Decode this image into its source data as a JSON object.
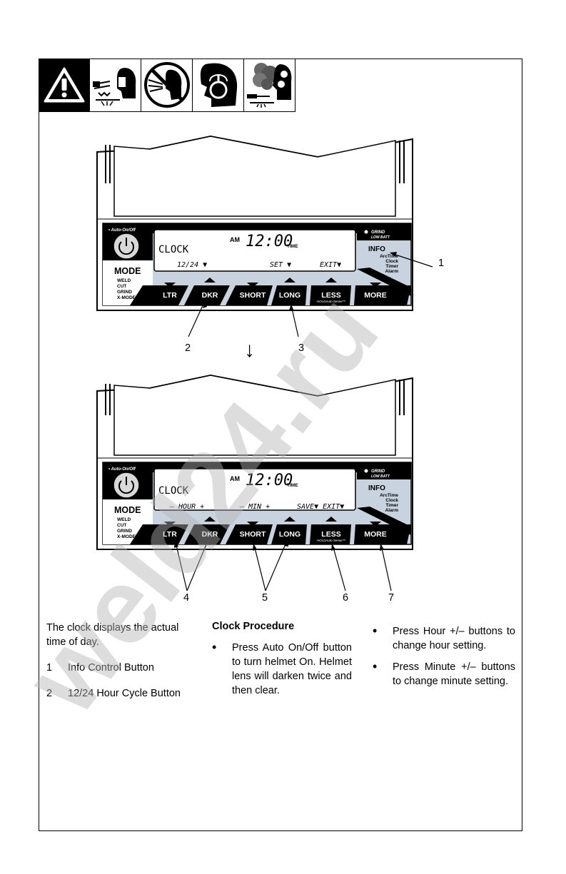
{
  "warning_icons": [
    "warning-triangle-icon",
    "arc-rays-icon",
    "no-looking-icon",
    "hearing-icon",
    "fumes-icon"
  ],
  "panel": {
    "auto_on_off": "• Auto-On/Off",
    "grind_indicator": "GRIND",
    "low_batt": "LOW BATT",
    "mode_title": "MODE",
    "modes": [
      "WELD",
      "CUT",
      "GRIND",
      "X-MODE™"
    ],
    "info_title": "INFO",
    "info_items": [
      "ArcTime",
      "Clock",
      "Timer",
      "Alarm"
    ],
    "buttons": [
      "LTR",
      "DKR",
      "SHORT",
      "LONG",
      "LESS",
      "MORE"
    ],
    "less_sub": "HOLDAuto Sense™",
    "am": "AM",
    "time": "12:00",
    "time_label": "TIME",
    "clock_label": "CLOCK"
  },
  "display1": {
    "row": [
      "12/24 ▼",
      "SET ▼",
      "EXIT▼"
    ]
  },
  "display2": {
    "row": [
      "– HOUR +",
      "– MIN +",
      "SAVE▼ EXIT▼"
    ]
  },
  "callouts": {
    "top": [
      "1",
      "2",
      "3"
    ],
    "bottom": [
      "4",
      "5",
      "6",
      "7"
    ]
  },
  "arrow": "↓",
  "watermark": "weld24.ru",
  "text": {
    "intro": "The clock displays the actual time of day.",
    "items": [
      {
        "num": "1",
        "label": "Info Control Button"
      },
      {
        "num": "2",
        "label": "12/24 Hour Cycle Button"
      }
    ],
    "procedure_title": "Clock Procedure",
    "procedure_bullets": [
      "Press Auto On/Off button to turn helmet On. Helmet lens will darken twice and then clear."
    ],
    "col3_bullets": [
      "Press Hour +/– buttons to change hour setting.",
      "Press Minute +/– buttons to change minute setting."
    ]
  }
}
